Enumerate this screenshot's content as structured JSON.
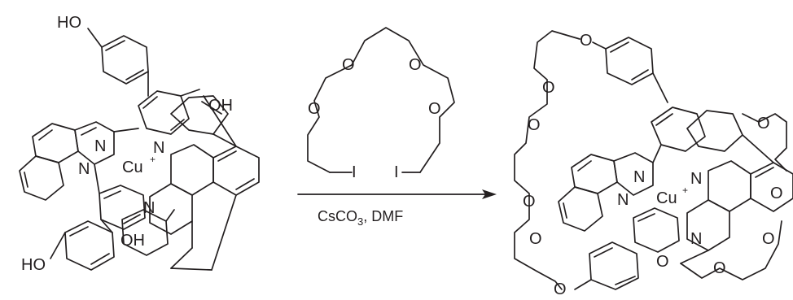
{
  "reactant": {
    "label_ho_top": "HO",
    "label_oh_right": "OH",
    "label_n1": "N",
    "label_n2": "N",
    "label_n3": "N",
    "label_n4": "N",
    "label_cu": "Cu",
    "label_cu_charge": "+",
    "label_oh_lower": "OH",
    "label_ho_bottom": "HO"
  },
  "reagent": {
    "label_o1": "O",
    "label_o2": "O",
    "label_o3": "O",
    "label_o4": "O",
    "label_i1": "I",
    "label_i2": "I"
  },
  "conditions": {
    "base": "CsCO",
    "base_subscript": "3",
    "solvent": ", DMF"
  },
  "product": {
    "label_o_top": "O",
    "label_o_left1": "O",
    "label_o_left2": "O",
    "label_o_left3": "O",
    "label_o_left4": "O",
    "label_o_bottom": "O",
    "label_o_right1": "O",
    "label_o_right2": "O",
    "label_o_right3": "O",
    "label_o_right4": "O",
    "label_o_right5": "O",
    "label_n1": "N",
    "label_n2": "N",
    "label_n3": "N",
    "label_n4": "N",
    "label_cu": "Cu",
    "label_cu_charge": "+"
  },
  "colors": {
    "ink": "#231f20",
    "background": "#ffffff"
  }
}
